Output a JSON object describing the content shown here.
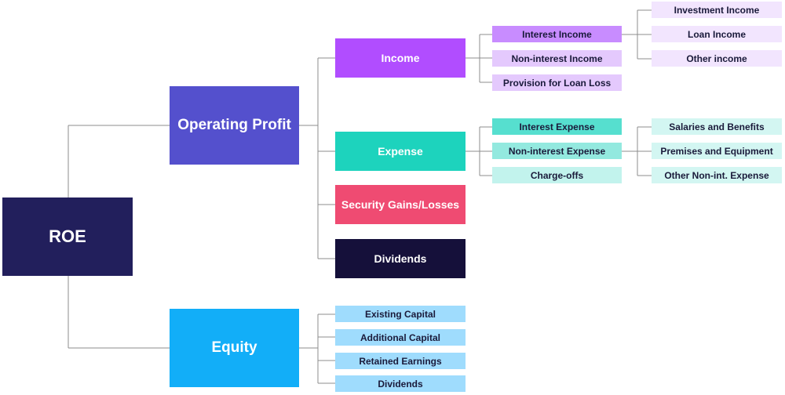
{
  "nodes": {
    "roe": "ROE",
    "operating_profit": "Operating Profit",
    "equity": "Equity",
    "income": "Income",
    "expense": "Expense",
    "security_gains_losses": "Security Gains/Losses",
    "dividends_op": "Dividends",
    "interest_income": "Interest Income",
    "non_interest_income": "Non-interest Income",
    "provision_for_loan_loss": "Provision for Loan Loss",
    "investment_income": "Investment Income",
    "loan_income": "Loan Income",
    "other_income": "Other income",
    "interest_expense": "Interest Expense",
    "non_interest_expense": "Non-interest Expense",
    "charge_offs": "Charge-offs",
    "salaries_and_benefits": "Salaries and Benefits",
    "premises_and_equipment": "Premises and Equipment",
    "other_non_int_expense": "Other Non-int. Expense",
    "existing_capital": "Existing Capital",
    "additional_capital": "Additional Capital",
    "retained_earnings": "Retained Earnings",
    "dividends_eq": "Dividends"
  },
  "colors": {
    "roe": "#221f5c",
    "operating_profit": "#5450cd",
    "equity": "#12aef8",
    "income": "#b14dff",
    "expense": "#1dd3bd",
    "security_gains_losses": "#ef4b72",
    "dividends_op": "#15103a",
    "income_child_strong": "#c88cff",
    "income_child_light": "#e4c9fd",
    "income_grandchild": "#f2e5fe",
    "expense_child_strong": "#56dfcf",
    "expense_child_mid": "#93e9df",
    "expense_child_light": "#c2f3ed",
    "expense_grandchild": "#d3f6f2",
    "equity_child": "#9fdcfd",
    "connector": "#8c8c8c"
  }
}
